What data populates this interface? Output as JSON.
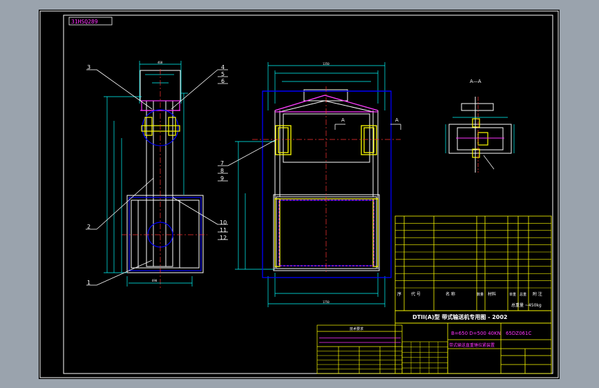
{
  "drawing": {
    "corner_code": "31HSQ289",
    "section_label": "A—A",
    "section_mark_left": "A",
    "section_mark_right": "A",
    "callouts": [
      "3",
      "4",
      "5",
      "6",
      "7",
      "8",
      "9",
      "2",
      "10",
      "11",
      "12",
      "1"
    ]
  },
  "title_block": {
    "series_title": "DTII(A)型  带式输送机专用图 - 2002",
    "spec": "B=650  D=500  40KN",
    "drawing_no": "65DZ061C",
    "drawing_name": "带式输送直重锤拉紧装置",
    "total_weight": "总重量  ~450kg",
    "header_row": [
      "序",
      "代 号",
      "名 称",
      "数量",
      "材料",
      "单重",
      "总重",
      "附 注"
    ]
  },
  "notes": {
    "title": "技术要求"
  }
}
